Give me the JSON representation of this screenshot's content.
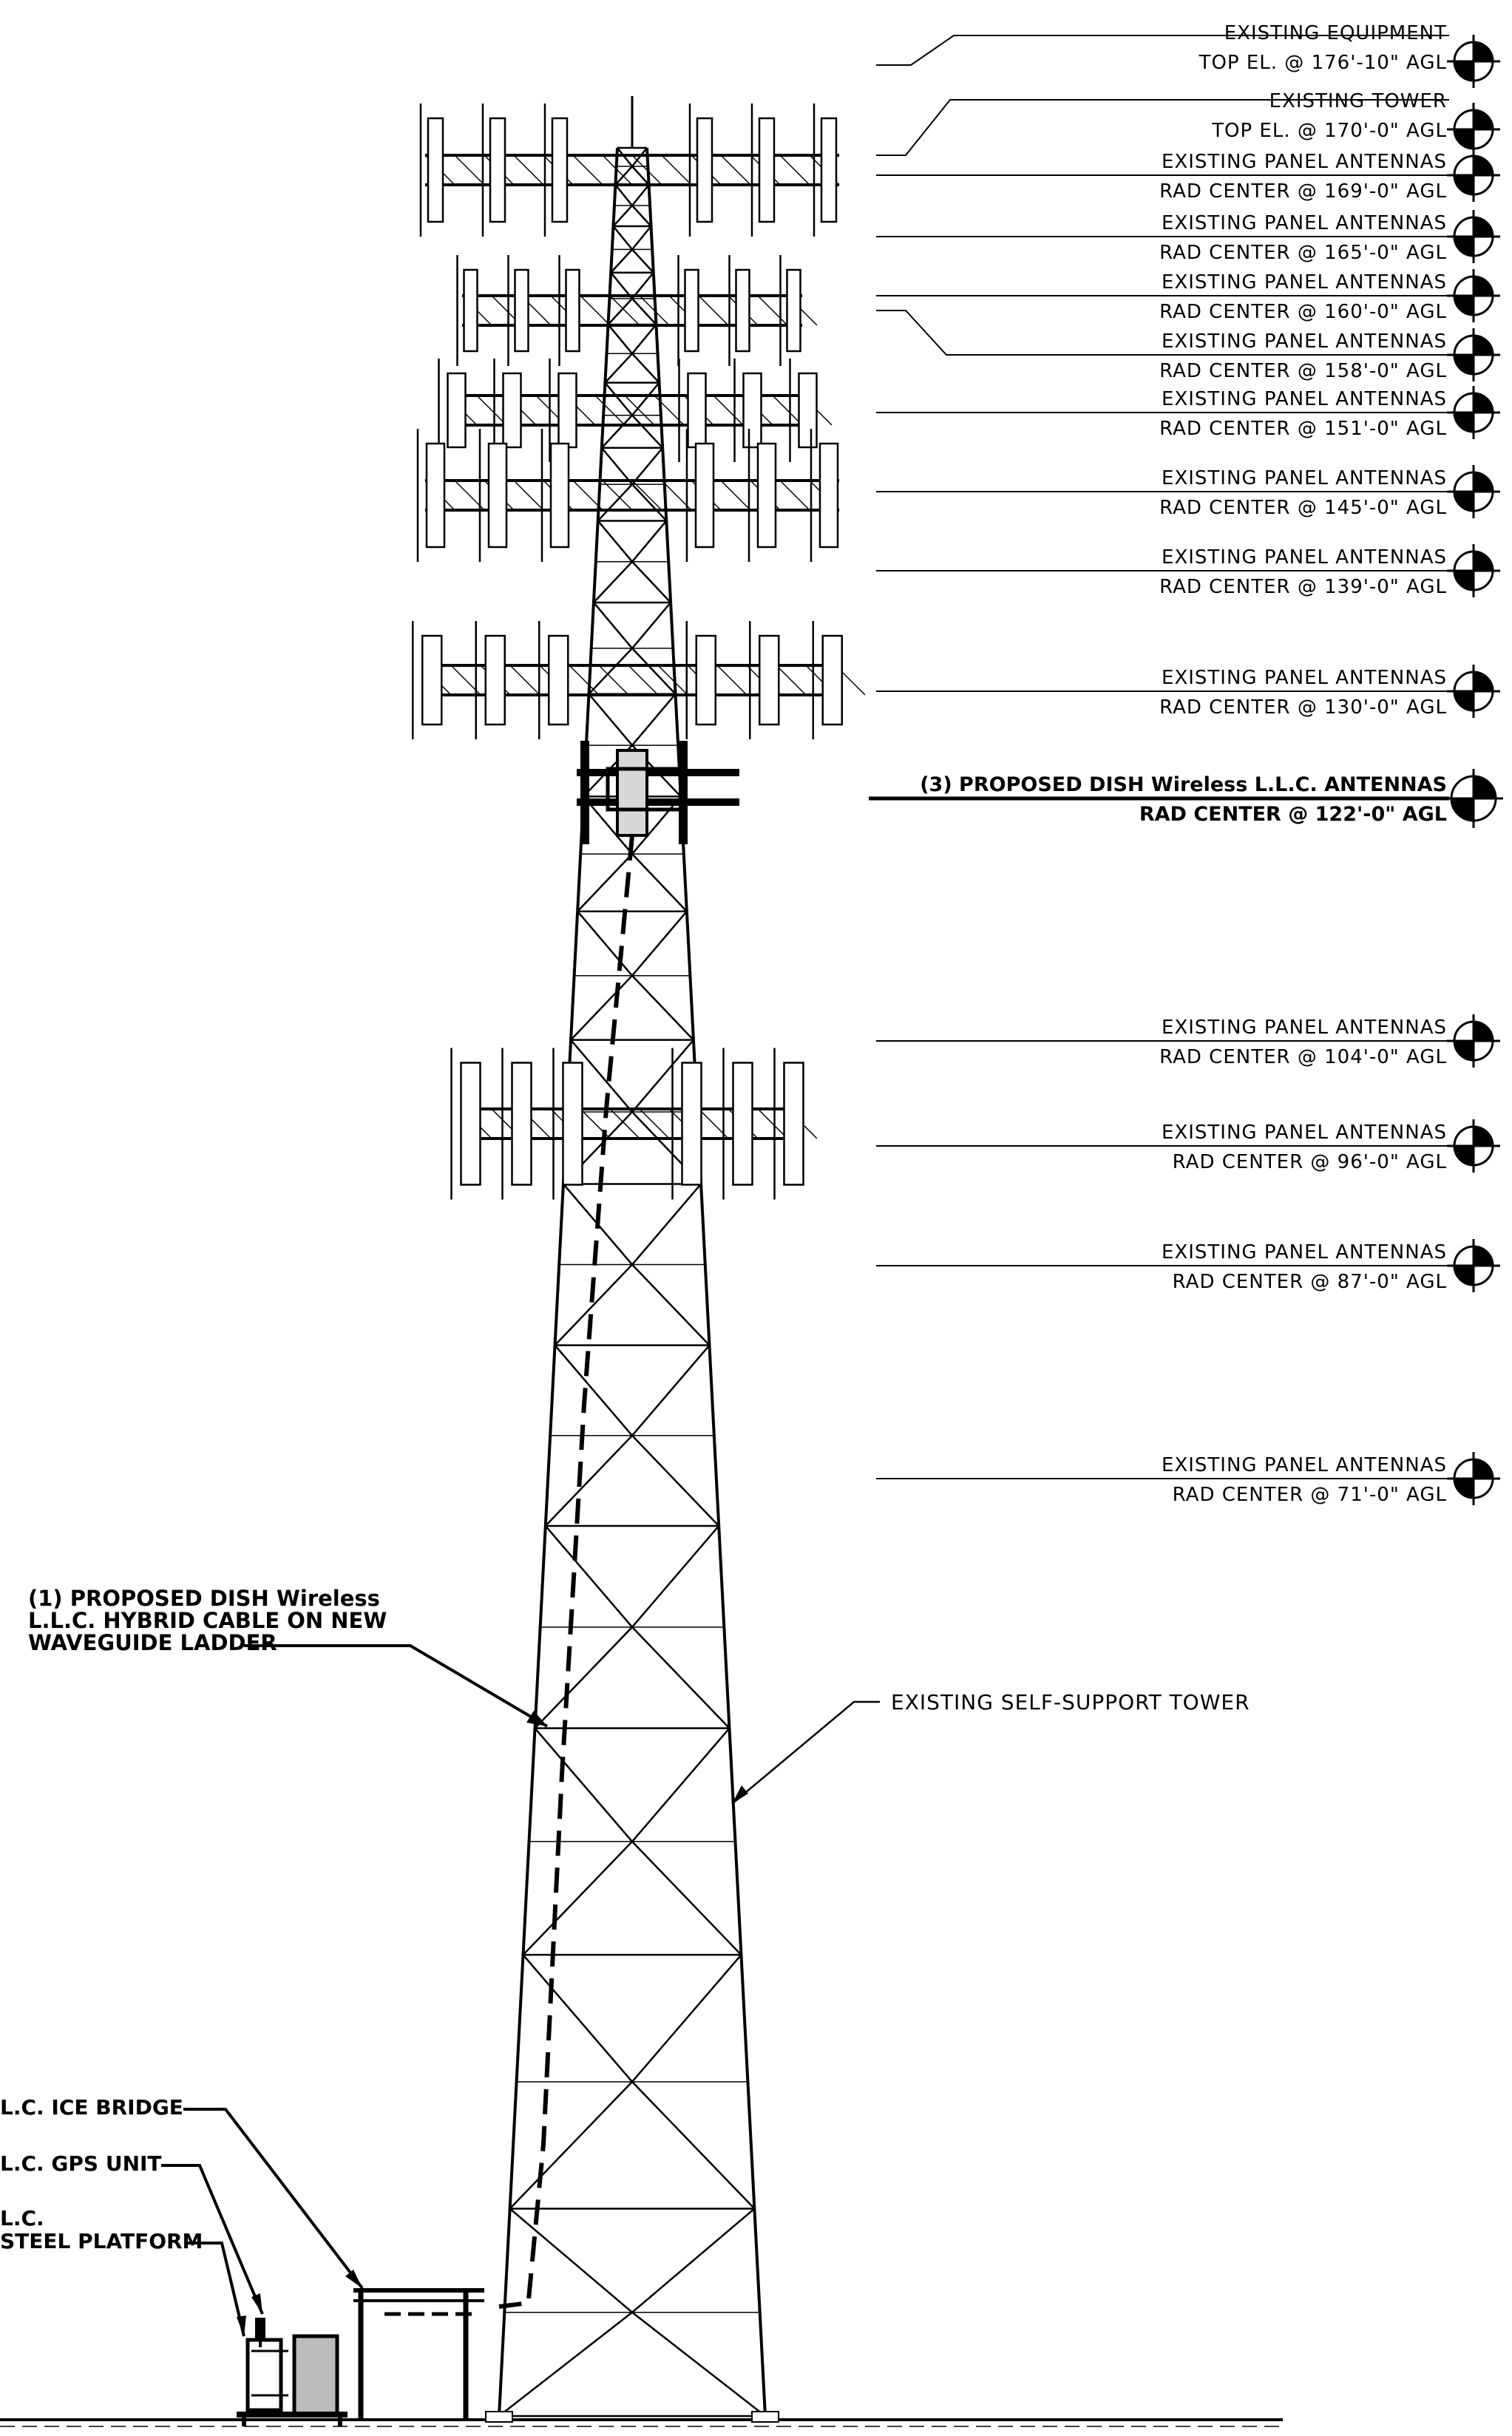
{
  "elevation_labels": [
    {
      "line1": "EXISTING EQUIPMENT",
      "line2": "TOP EL. @ 176'-10\" AGL",
      "proposed": false
    },
    {
      "line1": "EXISTING TOWER",
      "line2": "TOP EL. @ 170'-0\" AGL",
      "proposed": false
    },
    {
      "line1": "EXISTING PANEL ANTENNAS",
      "line2": "RAD CENTER @ 169'-0\" AGL",
      "proposed": false
    },
    {
      "line1": "EXISTING PANEL ANTENNAS",
      "line2": "RAD CENTER @ 165'-0\" AGL",
      "proposed": false
    },
    {
      "line1": "EXISTING PANEL ANTENNAS",
      "line2": "RAD CENTER @ 160'-0\" AGL",
      "proposed": false
    },
    {
      "line1": "EXISTING PANEL ANTENNAS",
      "line2": "RAD CENTER @ 158'-0\" AGL",
      "proposed": false
    },
    {
      "line1": "EXISTING PANEL ANTENNAS",
      "line2": "RAD CENTER @ 151'-0\" AGL",
      "proposed": false
    },
    {
      "line1": "EXISTING PANEL ANTENNAS",
      "line2": "RAD CENTER @ 145'-0\" AGL",
      "proposed": false
    },
    {
      "line1": "EXISTING PANEL ANTENNAS",
      "line2": "RAD CENTER @ 139'-0\" AGL",
      "proposed": false
    },
    {
      "line1": "EXISTING PANEL ANTENNAS",
      "line2": "RAD CENTER @ 130'-0\" AGL",
      "proposed": false
    },
    {
      "line1": "(3) PROPOSED DISH Wireless L.L.C. ANTENNAS",
      "line2": "RAD CENTER @ 122'-0\" AGL",
      "proposed": true
    },
    {
      "line1": "EXISTING PANEL ANTENNAS",
      "line2": "RAD CENTER @ 104'-0\" AGL",
      "proposed": false
    },
    {
      "line1": "EXISTING PANEL ANTENNAS",
      "line2": "RAD CENTER @ 96'-0\" AGL",
      "proposed": false
    },
    {
      "line1": "EXISTING PANEL ANTENNAS",
      "line2": "RAD CENTER @ 87'-0\" AGL",
      "proposed": false
    },
    {
      "line1": "EXISTING PANEL ANTENNAS",
      "line2": "RAD CENTER @ 71'-0\" AGL",
      "proposed": false
    }
  ],
  "callouts": {
    "hybrid_cable": [
      "(1) PROPOSED DISH Wireless",
      "L.L.C. HYBRID CABLE ON NEW",
      "WAVEGUIDE LADDER"
    ],
    "tower": "EXISTING SELF-SUPPORT TOWER",
    "ice_bridge": "L.C. ICE BRIDGE",
    "gps_unit": "L.C. GPS UNIT",
    "platform": [
      "L.C.",
      "STEEL PLATFORM"
    ]
  }
}
